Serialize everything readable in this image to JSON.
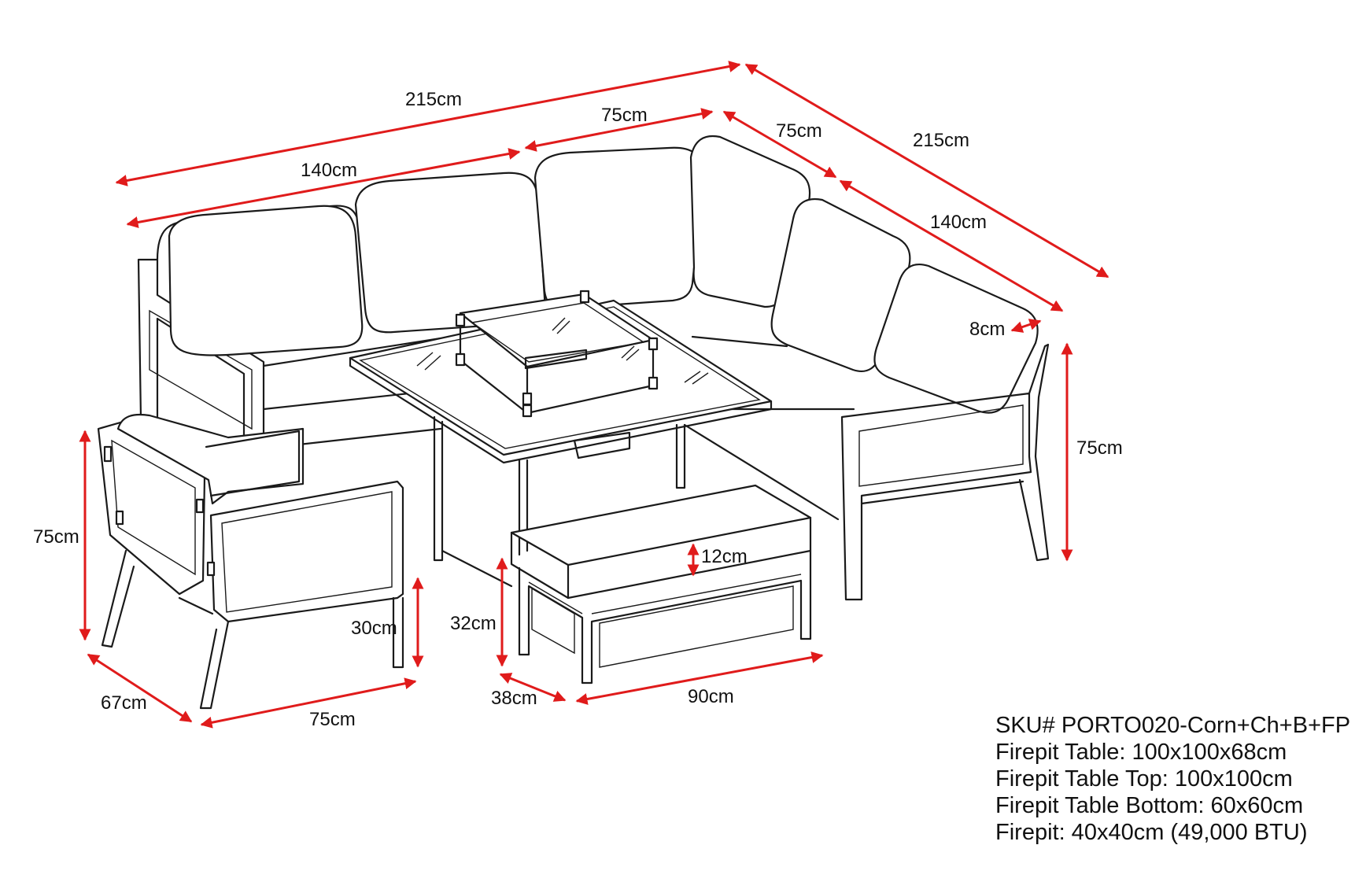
{
  "colors": {
    "arrow": "#e01b1b",
    "line": "#1a1a1a",
    "background": "#ffffff"
  },
  "dimensions": {
    "sofa_total_left": "215cm",
    "sofa_total_right": "215cm",
    "sofa_left_section": "140cm",
    "sofa_right_section": "140cm",
    "corner_left": "75cm",
    "corner_right": "75cm",
    "arm_width": "8cm",
    "sofa_height": "75cm",
    "chair_height": "75cm",
    "chair_seat_height": "30cm",
    "chair_depth": "67cm",
    "chair_width": "75cm",
    "bench_cushion": "12cm",
    "bench_height": "32cm",
    "bench_depth": "38cm",
    "bench_width": "90cm"
  },
  "specs": {
    "sku": "SKU# PORTO020-Corn+Ch+B+FP",
    "table": "Firepit Table: 100x100x68cm",
    "table_top": "Firepit Table Top: 100x100cm",
    "table_bottom": "Firepit Table Bottom: 60x60cm",
    "firepit": "Firepit: 40x40cm (49,000 BTU)"
  }
}
